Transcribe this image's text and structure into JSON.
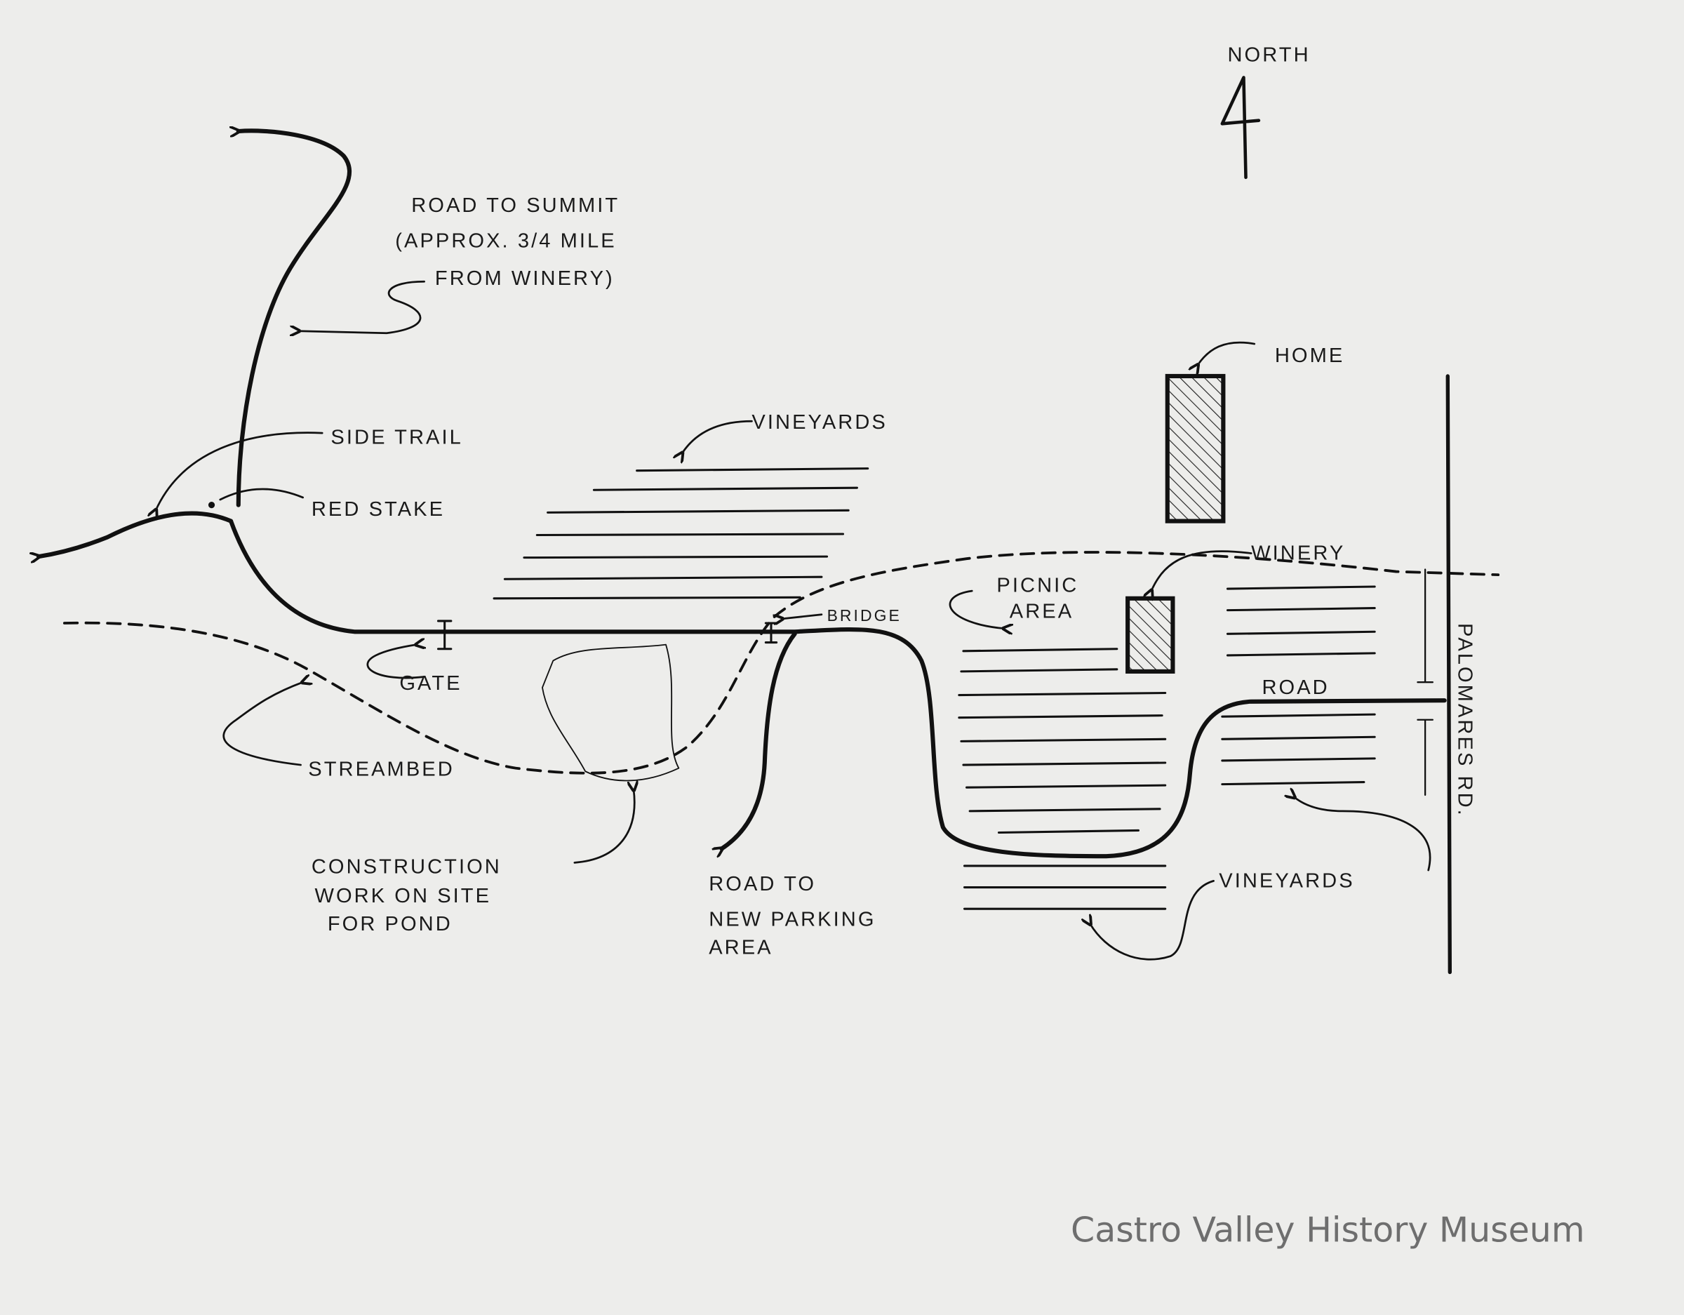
{
  "map": {
    "north": "North",
    "road_to_summit": [
      "Road To Summit",
      "(Approx. 3/4 mile",
      "From Winery)"
    ],
    "side_trail": "Side Trail",
    "red_stake": "Red Stake",
    "vineyards_top": "Vineyards",
    "home": "Home",
    "winery": "Winery",
    "picnic_area": [
      "Picnic",
      "Area"
    ],
    "bridge": "Bridge",
    "gate": "Gate",
    "streambed": "Streambed",
    "construction": [
      "Construction",
      "Work on Site",
      "For Pond"
    ],
    "road_to_parking": [
      "Road To",
      "New Parking",
      "Area"
    ],
    "road": "Road",
    "vineyards_bottom": "Vineyards",
    "palomares_rd": "Palomares Rd."
  },
  "watermark": "Castro Valley History Museum"
}
